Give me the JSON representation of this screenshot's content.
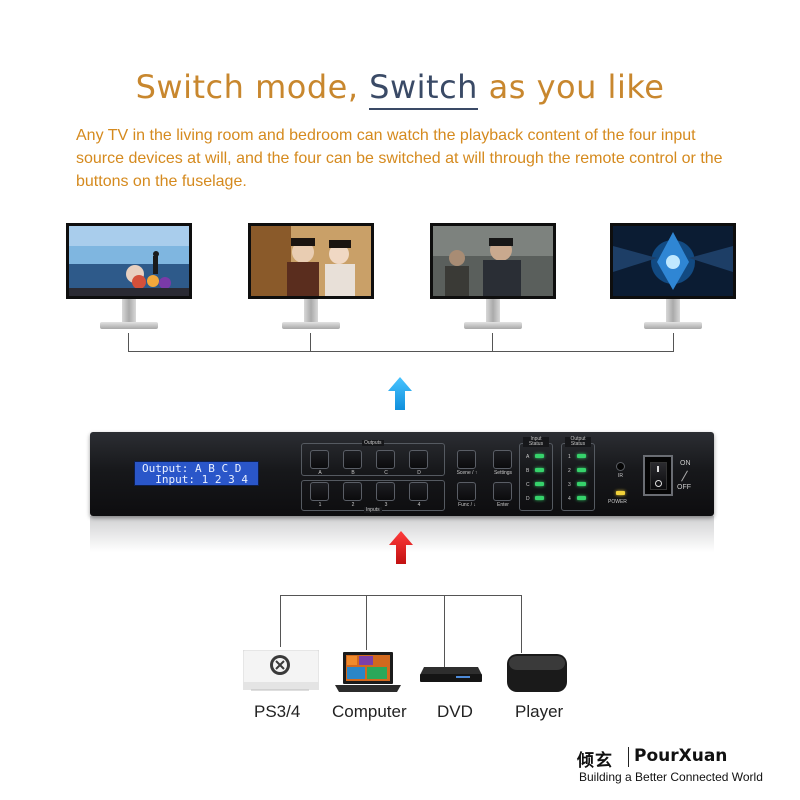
{
  "heading": {
    "part1": "Switch mode, ",
    "keyword": "Switch",
    "part2": " as you like"
  },
  "description": "Any TV in the living room and bedroom can watch the playback content of the four input source devices at will, and the four can be switched at will through the remote control or the buttons on the fuselage.",
  "device": {
    "lcd_line1": "Output: A B C D",
    "lcd_line2": "  Input: 1 2 3 4",
    "outputs_label": "Outputs",
    "inputs_label": "Inputs",
    "output_keys": [
      "A",
      "B",
      "C",
      "D"
    ],
    "input_keys": [
      "1",
      "2",
      "3",
      "4"
    ],
    "scene_label": "Scene / ↑",
    "settings_label": "Settings",
    "func_label": "Func / ↓",
    "enter_label": "Enter",
    "input_status_label": "Input Status",
    "output_status_label": "Output Status",
    "input_status_leds": [
      "A",
      "B",
      "C",
      "D"
    ],
    "output_status_leds": [
      "1",
      "2",
      "3",
      "4"
    ],
    "ir_label": "IR",
    "power_label": "POWER",
    "on_label": "ON",
    "off_label": "OFF"
  },
  "sources": [
    {
      "label": "PS3/4",
      "icon": "game-console-icon"
    },
    {
      "label": "Computer",
      "icon": "laptop-icon"
    },
    {
      "label": "DVD",
      "icon": "dvd-player-icon"
    },
    {
      "label": "Player",
      "icon": "media-player-icon"
    }
  ],
  "brand": {
    "chinese": "倾玄",
    "name": "PourXuan",
    "tagline": "Building a Better Connected World"
  },
  "colors": {
    "heading": "#c8872e",
    "keyword": "#3a4a66",
    "description": "#d58a1e",
    "up_arrow": "#1aa3ee",
    "down_arrow": "#d81e1e",
    "lcd": "#2a56c9",
    "led": "#36d26b"
  }
}
